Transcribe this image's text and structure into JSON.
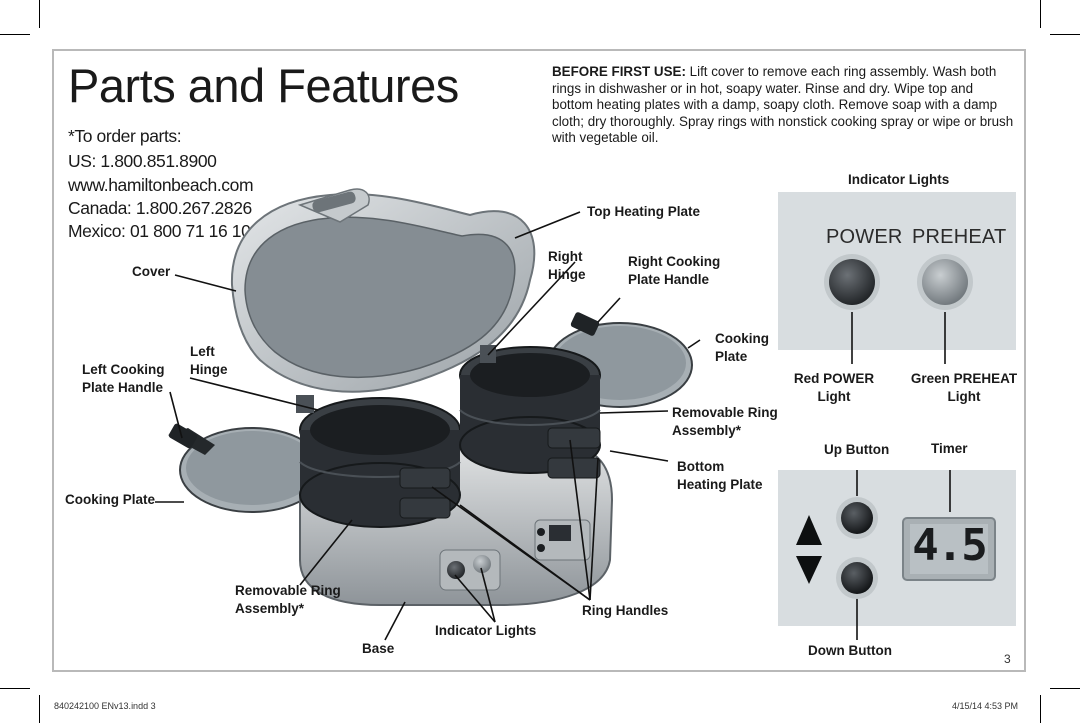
{
  "title": "Parts and Features",
  "order_parts": {
    "heading": "*To order parts:",
    "us": "US: 1.800.851.8900",
    "website": "www.hamiltonbeach.com",
    "canada": "Canada: 1.800.267.2826",
    "mexico": "Mexico: 01 800 71 16 100"
  },
  "before_first_use": {
    "label": "BEFORE FIRST USE:",
    "text": "Lift cover to remove each ring assembly. Wash both rings in dishwasher or in hot, soapy water. Rinse and dry. Wipe top and bottom heating plates with a damp, soapy cloth. Remove soap with a damp cloth; dry thoroughly. Spray rings with nonstick cooking spray or wipe or brush with vegetable oil."
  },
  "callouts": {
    "cover": "Cover",
    "left_hinge_1": "Left",
    "left_hinge_2": "Hinge",
    "left_handle_1": "Left Cooking",
    "left_handle_2": "Plate Handle",
    "cooking_plate_left": "Cooking Plate",
    "top_heating_plate": "Top Heating Plate",
    "right_hinge_1": "Right",
    "right_hinge_2": "Hinge",
    "right_handle_1": "Right Cooking",
    "right_handle_2": "Plate Handle",
    "cooking_plate_right_1": "Cooking",
    "cooking_plate_right_2": "Plate",
    "ring_assembly_right_1": "Removable Ring",
    "ring_assembly_right_2": "Assembly*",
    "bottom_plate_1": "Bottom",
    "bottom_plate_2": "Heating Plate",
    "ring_assembly_left_1": "Removable Ring",
    "ring_assembly_left_2": "Assembly*",
    "ring_handles": "Ring Handles",
    "indicator_lights": "Indicator Lights",
    "base": "Base"
  },
  "indicator_panel": {
    "heading": "Indicator Lights",
    "power_word": "POWER",
    "preheat_word": "PREHEAT",
    "red_power_1": "Red POWER",
    "red_power_2": "Light",
    "green_preheat_1": "Green PREHEAT",
    "green_preheat_2": "Light"
  },
  "timer_panel": {
    "up_button": "Up Button",
    "timer": "Timer",
    "display": "4.5",
    "down_button": "Down Button"
  },
  "page_number": "3",
  "slug": {
    "file": "840242100 ENv13.indd   3",
    "date": "4/15/14   4:53 PM"
  },
  "colors": {
    "panel": "#d8dde0",
    "ring": "#2a2e33",
    "plate": "#9ea7ad",
    "base_metal": "#c9ccce",
    "lcd": "#b9c0c4"
  }
}
